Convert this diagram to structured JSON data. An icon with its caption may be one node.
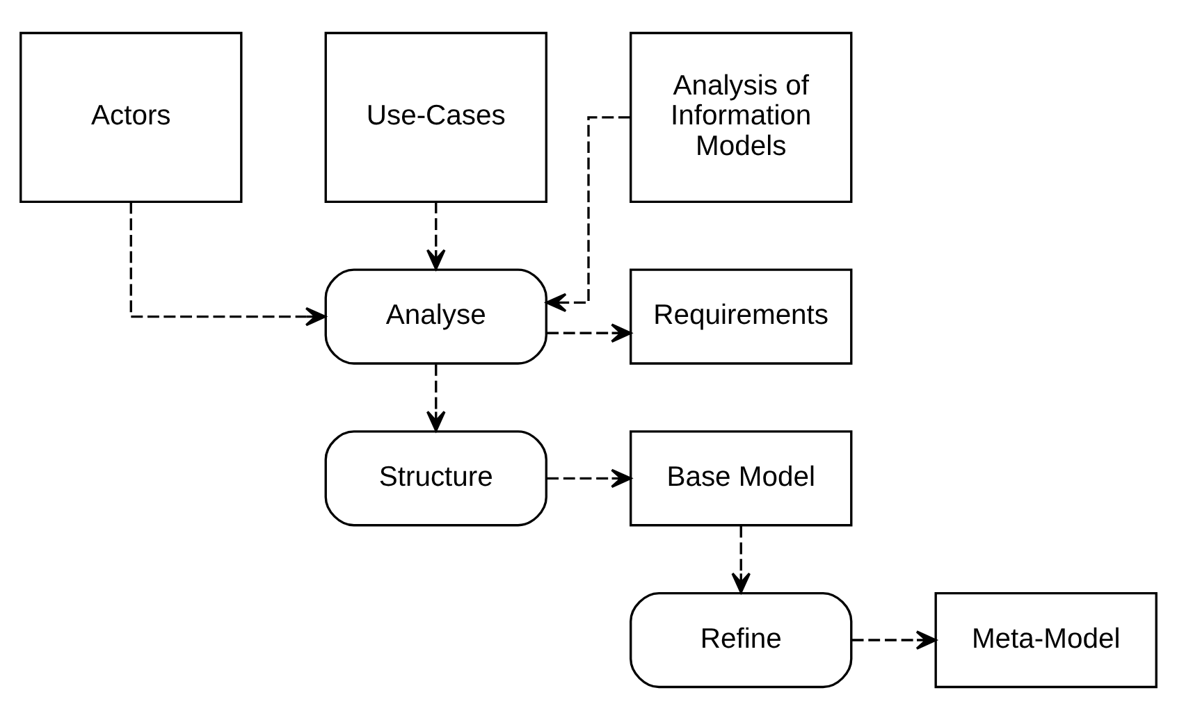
{
  "diagram": {
    "nodes": [
      {
        "text": [
          "Actors"
        ]
      },
      {
        "text": [
          "Use-Cases"
        ]
      },
      {
        "text": [
          "Analysis of Information Models"
        ]
      },
      {
        "text": [
          "Analyse"
        ]
      },
      {
        "text": [
          "Requirements"
        ]
      },
      {
        "text": [
          "Structure"
        ]
      },
      {
        "text": [
          "Base Model"
        ]
      },
      {
        "text": [
          "Refine"
        ]
      },
      {
        "text": [
          "Meta-Model"
        ]
      }
    ],
    "edges": [
      {
        "from": 0,
        "to": 3,
        "arrow": "to",
        "style": "dashed"
      },
      {
        "from": 1,
        "to": 3,
        "arrow": "to",
        "style": "dashed"
      },
      {
        "from": 2,
        "to": 3,
        "arrow": "to",
        "style": "dashed"
      },
      {
        "from": 3,
        "to": 4,
        "arrow": "to",
        "style": "dashed"
      },
      {
        "from": 3,
        "to": 5,
        "arrow": "to",
        "style": "dashed"
      },
      {
        "from": 5,
        "to": 6,
        "arrow": "to",
        "style": "dashed"
      },
      {
        "from": 6,
        "to": 7,
        "arrow": "to",
        "style": "dashed"
      },
      {
        "from": 7,
        "to": 8,
        "arrow": "to",
        "style": "dashed"
      }
    ]
  }
}
